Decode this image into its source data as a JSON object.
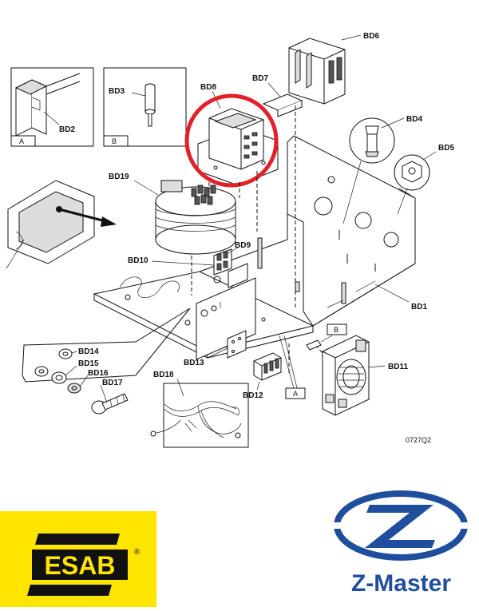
{
  "diagram": {
    "labels": {
      "bd1": "BD1",
      "bd2": "BD2",
      "bd3": "BD3",
      "bd4": "BD4",
      "bd5": "BD5",
      "bd6": "BD6",
      "bd7": "BD7",
      "bd8": "BD8",
      "bd9": "BD9",
      "bd10": "BD10",
      "bd11": "BD11",
      "bd12": "BD12",
      "bd13": "BD13",
      "bd14": "BD14",
      "bd15": "BD15",
      "bd16": "BD16",
      "bd17": "BD17",
      "bd18": "BD18",
      "bd19": "BD19"
    },
    "detail_a": "A",
    "detail_b": "B",
    "figure_code": "0727Q2",
    "highlight_color": "#e3202a"
  },
  "logos": {
    "esab": {
      "text": "ESAB",
      "registered": "®",
      "background": "#ffe500"
    },
    "zmaster": {
      "text": "Z-Master",
      "color": "#1f4f9c"
    }
  }
}
